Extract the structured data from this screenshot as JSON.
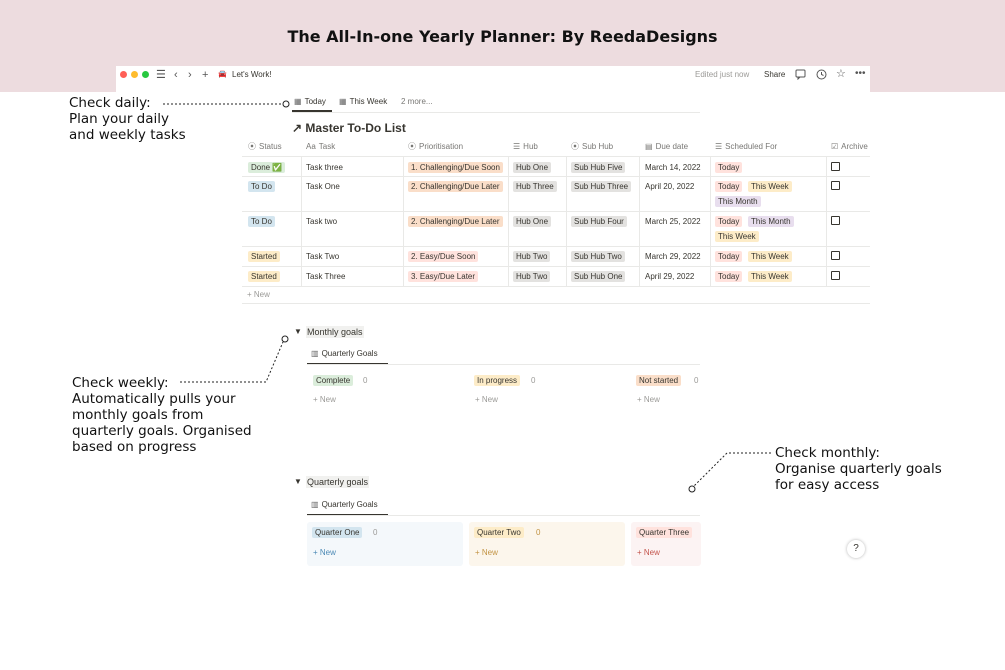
{
  "banner": {
    "title": "The All-In-one Yearly Planner: By ReedaDesigns"
  },
  "titlebar": {
    "page_icon": "🚘",
    "page_name": "Let's Work!",
    "edited": "Edited just now",
    "share": "Share",
    "colors": {
      "close": "#ff5f57",
      "minimize": "#febc2e",
      "maximize": "#28c840"
    }
  },
  "views": {
    "today": "Today",
    "this_week": "This Week",
    "more": "2 more..."
  },
  "todo": {
    "title": "Master To-Do List",
    "columns": {
      "status": "Status",
      "task": "Task",
      "prioritisation": "Prioritisation",
      "hub": "Hub",
      "sub_hub": "Sub Hub",
      "due_date": "Due date",
      "scheduled_for": "Scheduled For",
      "archive": "Archive"
    },
    "rows": [
      {
        "status": "Done ✅",
        "task": "Task three",
        "prio": "1. Challenging/Due Soon",
        "hub": "Hub One",
        "sub": "Sub Hub Five",
        "due": "March 14, 2022",
        "sched": [
          "Today"
        ]
      },
      {
        "status": "To Do",
        "task": "Task One",
        "prio": "2. Challenging/Due Later",
        "hub": "Hub Three",
        "sub": "Sub Hub Three",
        "due": "April 20, 2022",
        "sched": [
          "Today",
          "This Week",
          "This Month"
        ]
      },
      {
        "status": "To Do",
        "task": "Task two",
        "prio": "2. Challenging/Due Later",
        "hub": "Hub One",
        "sub": "Sub Hub Four",
        "due": "March 25, 2022",
        "sched": [
          "Today",
          "This Month",
          "This Week"
        ]
      },
      {
        "status": "Started",
        "task": "Task Two",
        "prio": "2. Easy/Due Soon",
        "hub": "Hub Two",
        "sub": "Sub Hub Two",
        "due": "March 29, 2022",
        "sched": [
          "Today",
          "This Week"
        ]
      },
      {
        "status": "Started",
        "task": "Task Three",
        "prio": "3. Easy/Due Later",
        "hub": "Hub Two",
        "sub": "Sub Hub One",
        "due": "April 29, 2022",
        "sched": [
          "Today",
          "This Week"
        ]
      }
    ],
    "new_label": "New"
  },
  "monthly": {
    "title": "Monthly goals",
    "view": "Quarterly Goals",
    "groups": [
      {
        "label": "Complete",
        "count": "0"
      },
      {
        "label": "In progress",
        "count": "0"
      },
      {
        "label": "Not started",
        "count": "0"
      }
    ],
    "new_label": "New"
  },
  "quarterly": {
    "title": "Quarterly goals",
    "view": "Quarterly Goals",
    "groups": [
      {
        "label": "Quarter One",
        "count": "0"
      },
      {
        "label": "Quarter Two",
        "count": "0"
      },
      {
        "label": "Quarter Three"
      }
    ],
    "new_label": "New"
  },
  "annotations": {
    "daily": "Check daily:\nPlan your daily\nand weekly tasks",
    "weekly": "Check weekly:\nAutomatically pulls your\nmonthly goals from\nquarterly goals. Organised\nbased on progress",
    "monthly": "Check monthly:\nOrganise quarterly goals\nfor easy access"
  },
  "help": "?"
}
